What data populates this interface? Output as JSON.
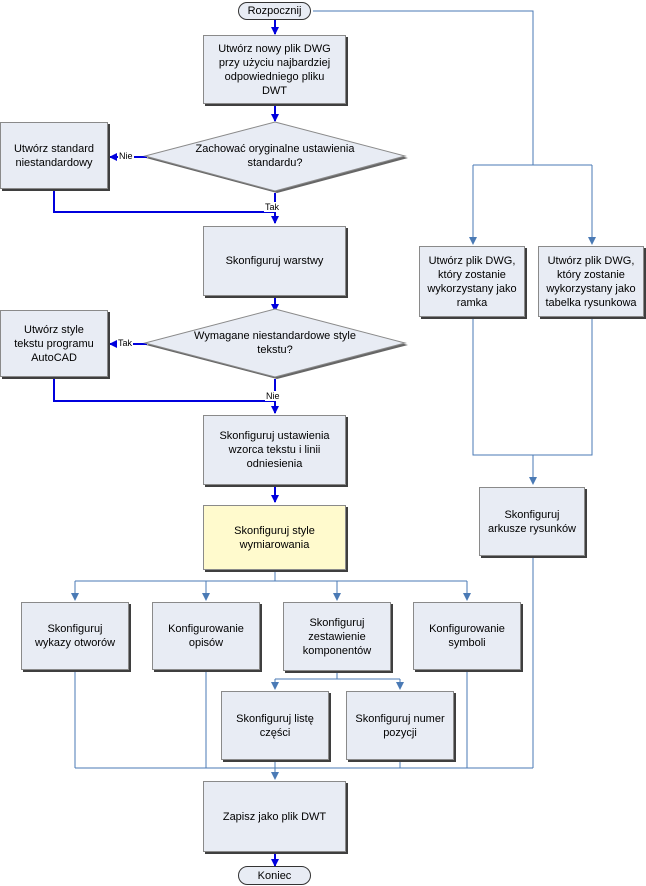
{
  "terminals": {
    "start": "Rozpocznij",
    "end": "Koniec"
  },
  "boxes": {
    "create_dwg": "Utwórz nowy plik DWG\nprzy użyciu najbardziej\nodpowiedniego pliku\nDWT",
    "nonstandard": "Utwórz standard\nniestandardowy",
    "layers": "Skonfiguruj warstwy",
    "text_styles": "Utwórz style\ntekstu programu\nAutoCAD",
    "text_pattern": "Skonfiguruj ustawienia\nwzorca tekstu i linii\nodniesienia",
    "dim_styles": "Skonfiguruj style\nwymiarowania",
    "hole_charts": "Skonfiguruj\nwykazy otworów",
    "notes": "Konfigurowanie\nopisów",
    "components": "Skonfiguruj\nzestawienie\nkomponentów",
    "symbols": "Konfigurowanie\nsymboli",
    "parts_list": "Skonfiguruj listę\nczęści",
    "balloon": "Skonfiguruj numer\npozycji",
    "save_dwt": "Zapisz jako plik DWT",
    "border_dwg": "Utwórz plik DWG,\nktóry zostanie\nwykorzystany jako\nramka",
    "title_dwg": "Utwórz plik DWG,\nktóry zostanie\nwykorzystany jako\ntabelka rysunkowa",
    "sheets": "Skonfiguruj\narkusze rysunków"
  },
  "decisions": {
    "keep_standards": "Zachować oryginalne ustawienia\nstandardu?",
    "nonstandard_text": "Wymagane niestandardowe style\ntekstu?"
  },
  "labels": {
    "no1": "Nie",
    "yes1": "Tak",
    "yes2": "Tak",
    "no2": "Nie"
  },
  "colors": {
    "main_flow": "#0000dd",
    "side_flow": "#4a7ab5",
    "box_fill": "#e8ecf4",
    "highlight_fill": "#fffacd"
  }
}
